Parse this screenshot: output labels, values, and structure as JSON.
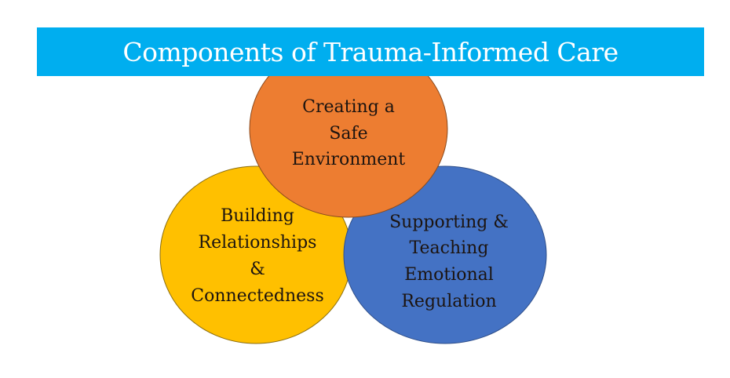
{
  "title": "Components of Trauma-Informed Care",
  "components": [
    {
      "lines": [
        "Creating a",
        "Safe",
        "Environment"
      ],
      "color": "#ed7d31"
    },
    {
      "lines": [
        "Building",
        "Relationships",
        "&",
        "Connectedness"
      ],
      "color": "#ffc000"
    },
    {
      "lines": [
        "Supporting &",
        "Teaching",
        "Emotional",
        "Regulation"
      ],
      "color": "#4472c4"
    }
  ]
}
